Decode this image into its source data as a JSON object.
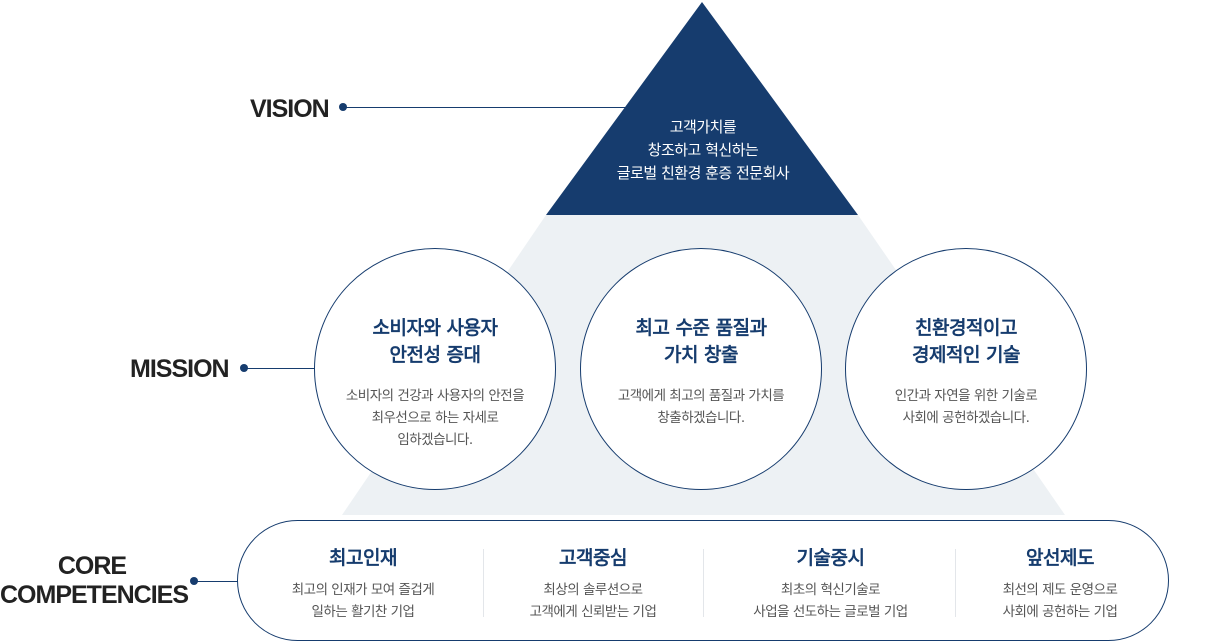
{
  "colors": {
    "primary": "#163c6e",
    "pyramid_bg": "#edf1f4",
    "text_dark": "#222222",
    "text_gray": "#555555"
  },
  "labels": {
    "vision": "VISION",
    "mission": "MISSION",
    "core_line1": "CORE",
    "core_line2": "COMPETENCIES"
  },
  "vision": {
    "lines": [
      "고객가치를",
      "창조하고 혁신하는",
      "글로벌 친환경 훈증 전문회사"
    ]
  },
  "missions": [
    {
      "title_lines": [
        "소비자와 사용자",
        "안전성 증대"
      ],
      "desc_lines": [
        "소비자의 건강과 사용자의 안전을",
        "최우선으로 하는 자세로",
        "임하겠습니다."
      ]
    },
    {
      "title_lines": [
        "최고 수준 품질과",
        "가치 창출"
      ],
      "desc_lines": [
        "고객에게 최고의 품질과 가치를",
        "창출하겠습니다."
      ]
    },
    {
      "title_lines": [
        "친환경적이고",
        "경제적인 기술"
      ],
      "desc_lines": [
        "인간과 자연을 위한 기술로",
        "사회에 공헌하겠습니다."
      ]
    }
  ],
  "core": [
    {
      "title": "최고인재",
      "desc_lines": [
        "최고의 인재가 모여 즐겁게",
        "일하는 활기찬 기업"
      ]
    },
    {
      "title": "고객중심",
      "desc_lines": [
        "최상의 솔루션으로",
        "고객에게 신뢰받는 기업"
      ]
    },
    {
      "title": "기술중시",
      "desc_lines": [
        "최초의 혁신기술로",
        "사업을 선도하는 글로벌 기업"
      ]
    },
    {
      "title": "앞선제도",
      "desc_lines": [
        "최선의 제도 운영으로",
        "사회에 공헌하는 기업"
      ]
    }
  ]
}
